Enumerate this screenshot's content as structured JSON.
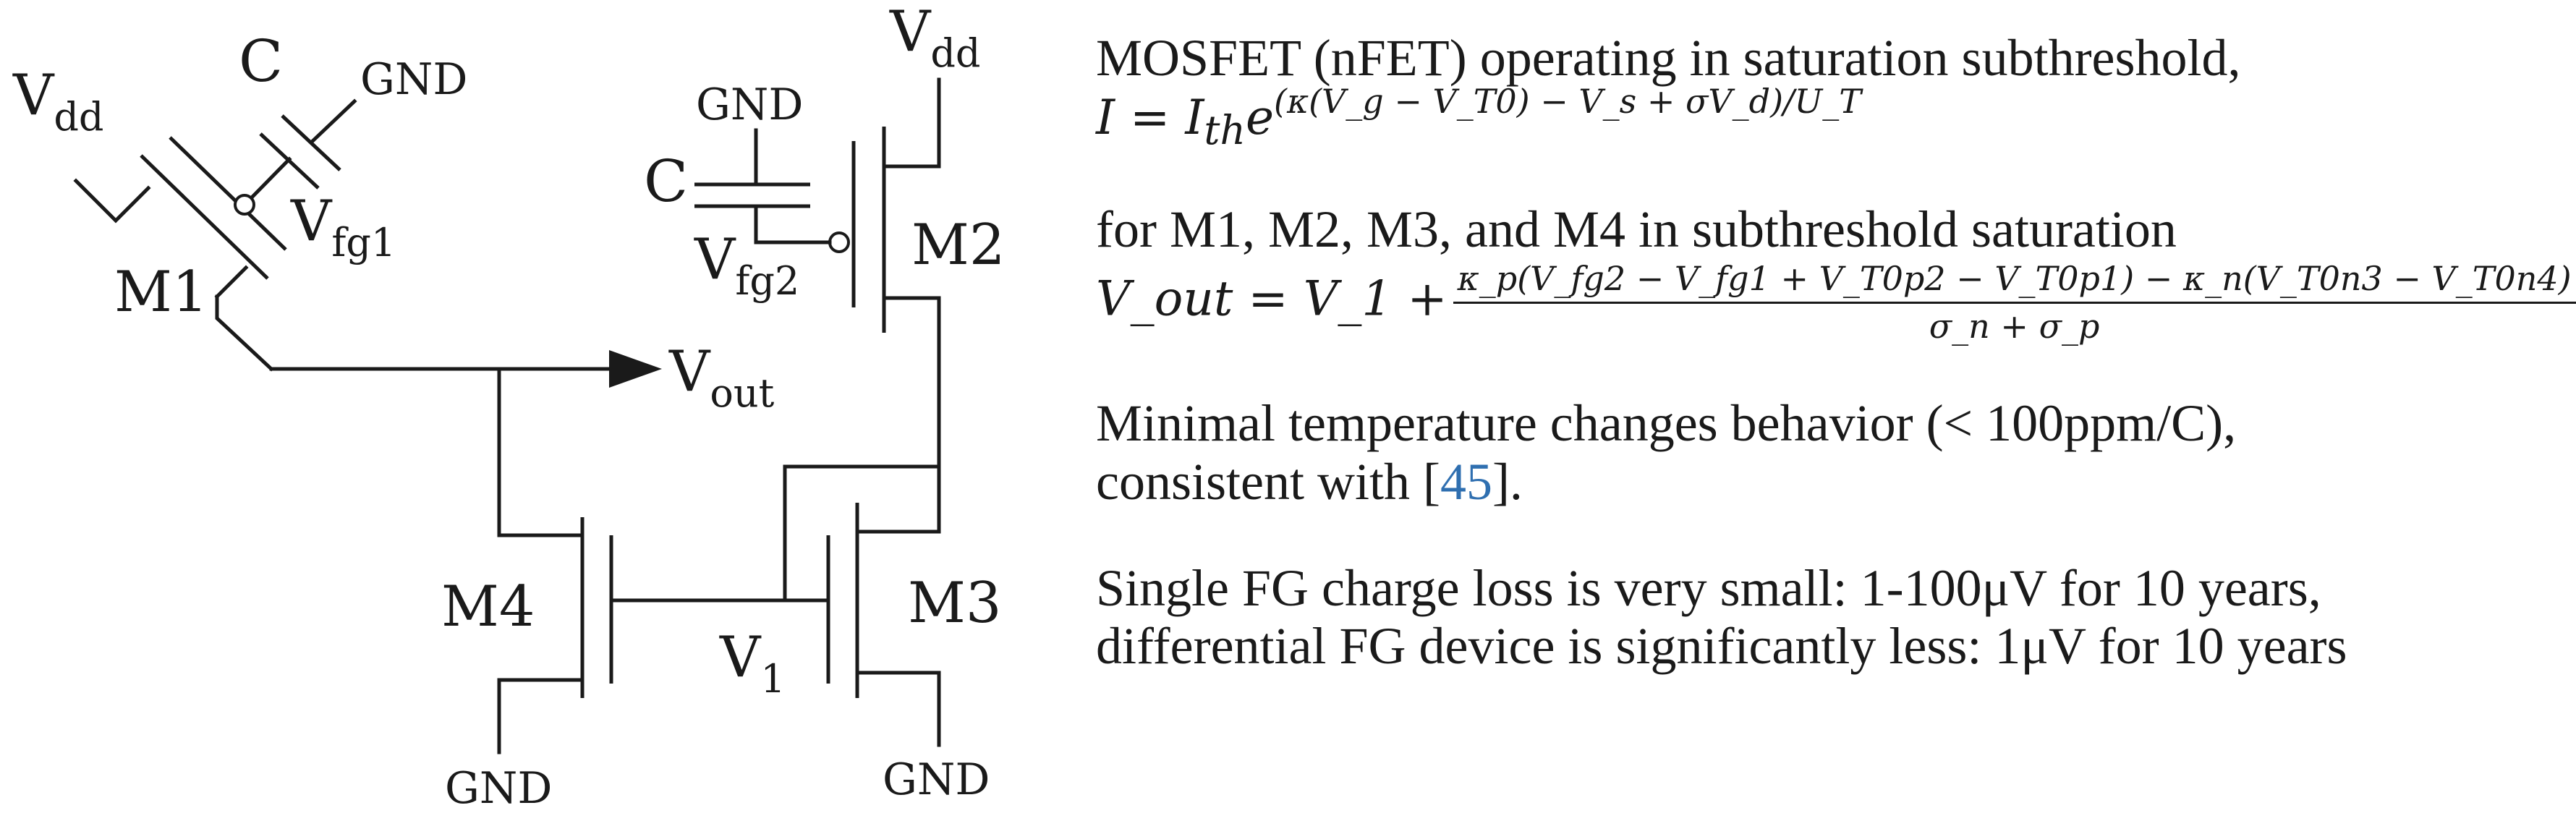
{
  "colors": {
    "ink": "#1a1a1a",
    "citation": "#2f6fb0",
    "background": "#ffffff"
  },
  "circuit": {
    "labels": {
      "vdd_left": "V",
      "vdd_left_sub": "dd",
      "vdd_right": "V",
      "vdd_right_sub": "dd",
      "cap_left": "C",
      "gnd_cap_left": "GND",
      "vfg1": "V",
      "vfg1_sub": "fg1",
      "m1": "M1",
      "vout": "V",
      "vout_sub": "out",
      "gnd_cap_right": "GND",
      "cap_right": "C",
      "vfg2": "V",
      "vfg2_sub": "fg2",
      "m2": "M2",
      "m4": "M4",
      "m3": "M3",
      "v1": "V",
      "v1_sub": "1",
      "gnd_m4": "GND",
      "gnd_m3": "GND"
    }
  },
  "notes": {
    "p1_text": "MOSFET (nFET) operating in saturation subthreshold,",
    "p1_eq_lhs": "I = I",
    "p1_eq_sub": "th",
    "p1_eq_base": "e",
    "p1_eq_exp": "(κ(V_g − V_T0) − V_s + σV_d)/U_T",
    "p2_text": "for M1, M2, M3, and M4 in subthreshold saturation",
    "p2_eq_lhs": "V_out = V_1 +",
    "p2_eq_num": "κ_p(V_fg2 − V_fg1 + V_T0p2 − V_T0p1) − κ_n(V_T0n3 − V_T0n4)",
    "p2_eq_den": "σ_n + σ_p",
    "p3_text_a": "Minimal temperature changes behavior (< 100ppm/C),",
    "p3_text_b": "consistent with [",
    "p3_cite": "45",
    "p3_text_c": "].",
    "p4_line1": "Single FG charge loss is very small: 1-100μV for 10 years,",
    "p4_line2": "differential FG device is significantly less: 1μV for 10 years"
  }
}
